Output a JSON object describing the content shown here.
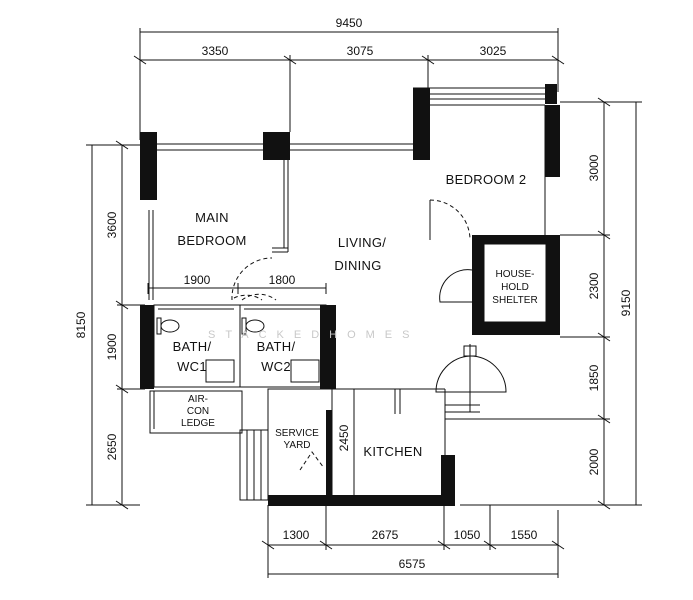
{
  "dimensions": {
    "top_total": "9450",
    "top_segments": [
      "3350",
      "3075",
      "3025"
    ],
    "left_total": "8150",
    "left_segments": [
      "3600",
      "1900",
      "2650"
    ],
    "right_total": "9150",
    "right_segments": [
      "3000",
      "2300",
      "1850",
      "2000"
    ],
    "bottom_total": "6575",
    "bottom_segments": [
      "1300",
      "2675",
      "1050",
      "1550"
    ],
    "inner": {
      "bath1_width": "1900",
      "bath2_width": "1800",
      "service_yard_depth": "2450"
    }
  },
  "rooms": {
    "main_bedroom": [
      "MAIN",
      "BEDROOM"
    ],
    "bedroom2": "BEDROOM 2",
    "living_dining": [
      "LIVING/",
      "DINING"
    ],
    "household_shelter": [
      "HOUSE-",
      "HOLD",
      "SHELTER"
    ],
    "bath1": [
      "BATH/",
      "WC1"
    ],
    "bath2": [
      "BATH/",
      "WC2"
    ],
    "aircon_ledge": [
      "AIR-",
      "CON",
      "LEDGE"
    ],
    "service_yard": [
      "SERVICE",
      "YARD"
    ],
    "kitchen": "KITCHEN"
  },
  "watermark": "STACKEDHOMES"
}
